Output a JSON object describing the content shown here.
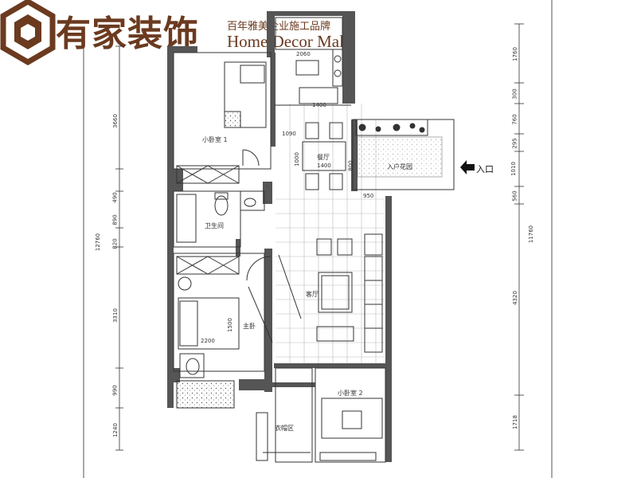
{
  "brand": {
    "name_cn": "有家装饰",
    "slogan": "百年雅美企业施工品牌",
    "name_en": "Home Decor Mall"
  },
  "rooms": {
    "bedroom_2": "小卧室 1",
    "dining": "餐厅",
    "entry_foyer": "入户花园",
    "bathroom": "卫生间",
    "living": "客厅",
    "master_bedroom": "主卧",
    "bedroom_3": "小卧室 2",
    "cloakroom": "衣帽区"
  },
  "entrance": {
    "label": "入口"
  },
  "dimensions": {
    "left": [
      "3660",
      "490",
      "890",
      "820",
      "3310",
      "990",
      "1240"
    ],
    "left_total": "12760",
    "right": [
      "1760",
      "300",
      "760",
      "295",
      "1010",
      "560",
      "4320",
      "1718"
    ],
    "right_total": "11760",
    "inner": {
      "kitchen_width": "2060",
      "counter": "1400",
      "dining_depth": "1090",
      "dining_width": "1400",
      "dining_height": "1000",
      "foyer_step": "950",
      "foyer_h": "800",
      "bed_length": "2200",
      "bed_width": "1500"
    }
  }
}
